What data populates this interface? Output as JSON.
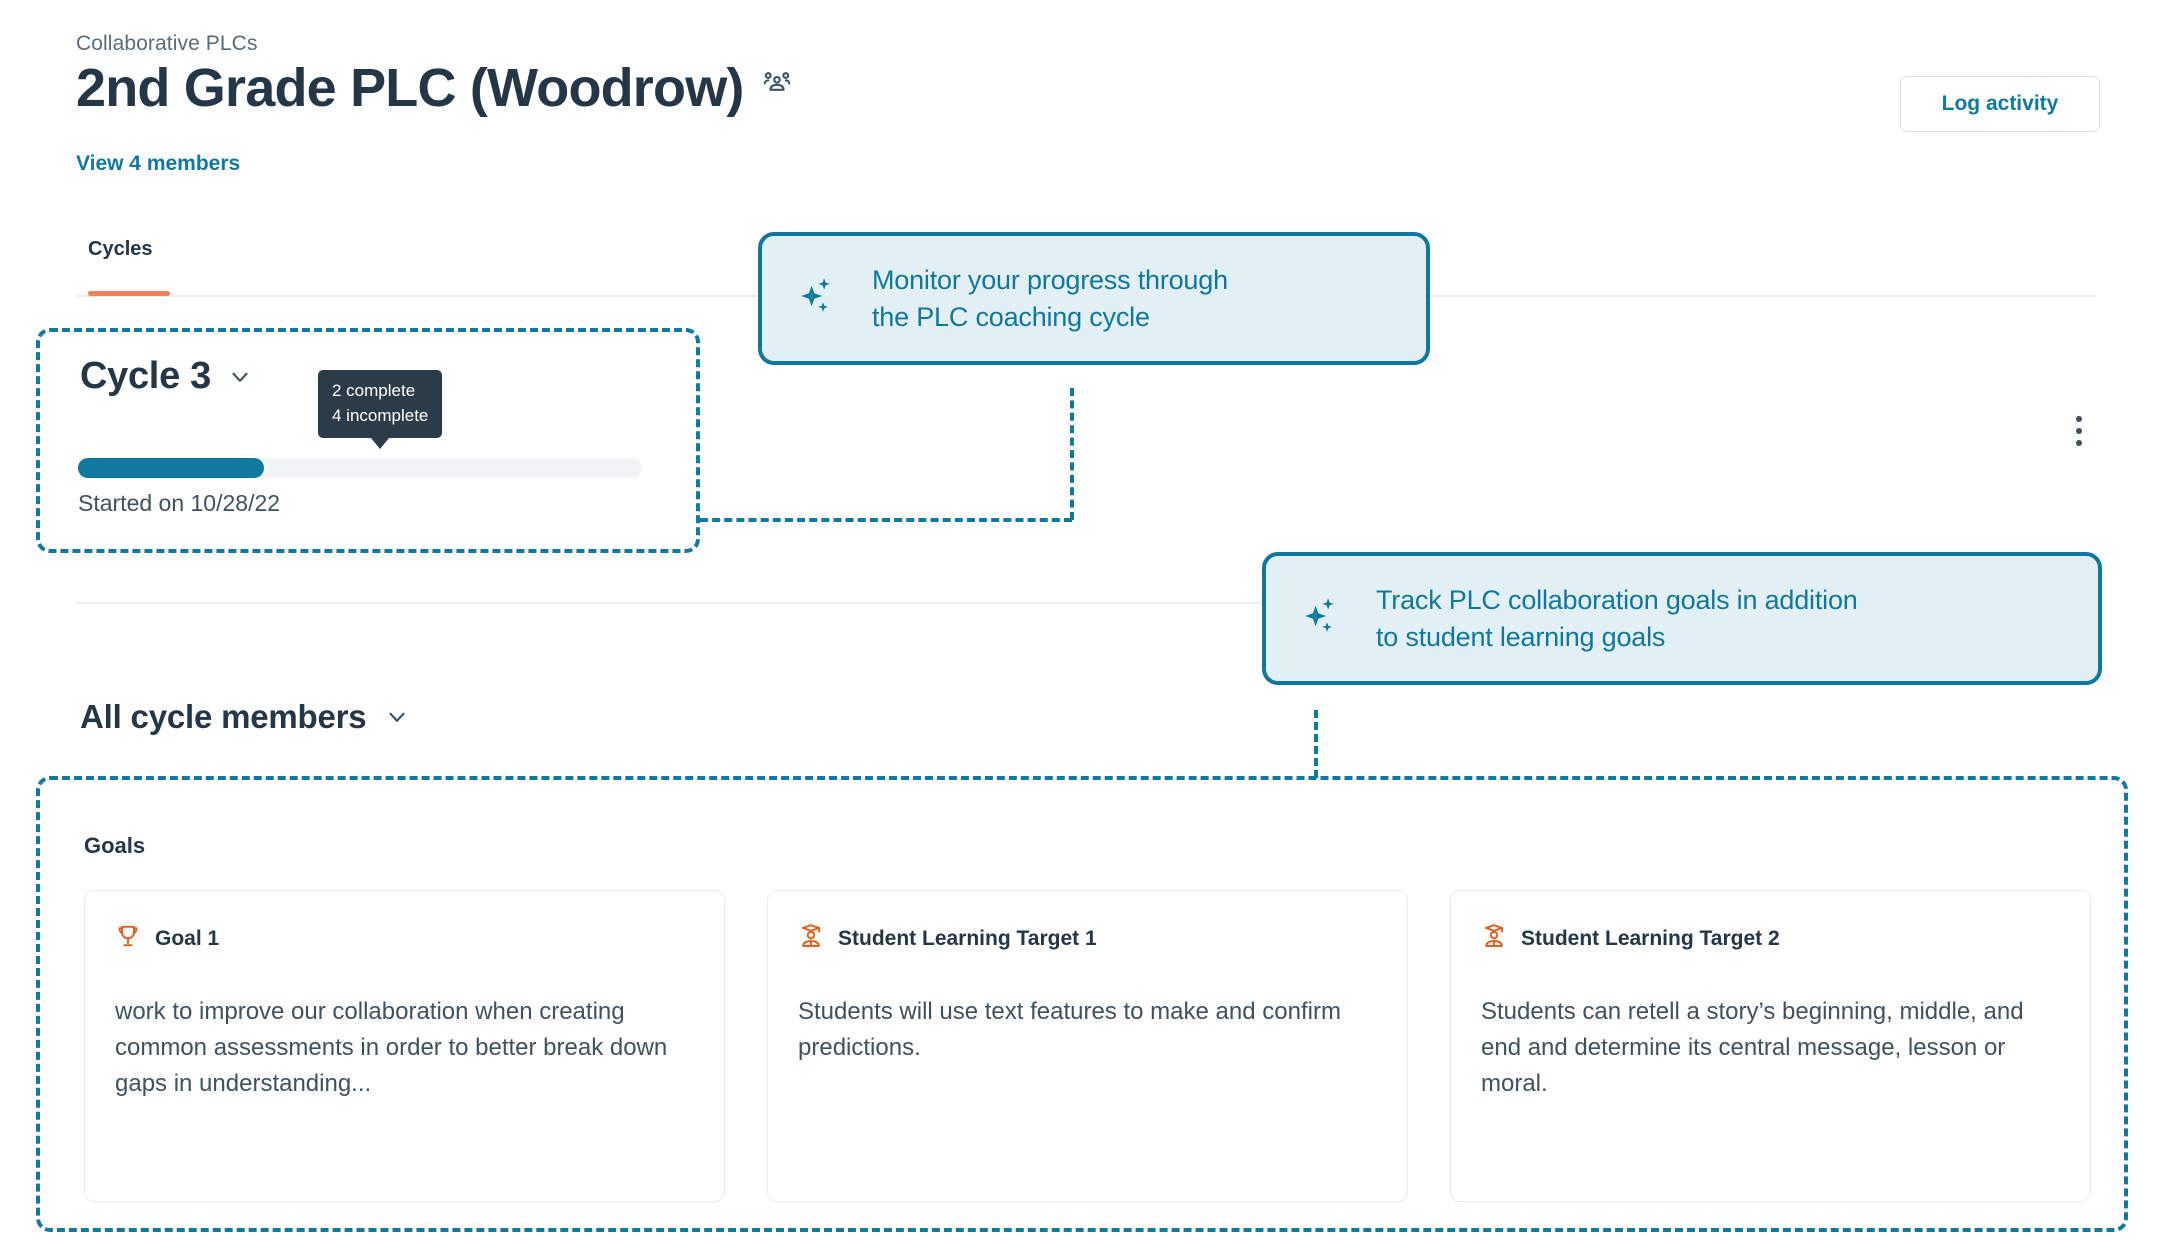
{
  "header": {
    "breadcrumb": "Collaborative PLCs",
    "title": "2nd Grade PLC (Woodrow)",
    "title_icon": "group-people-icon",
    "members_link": "View 4 members",
    "log_activity_label": "Log activity"
  },
  "tabs": [
    {
      "label": "Cycles",
      "active": true
    }
  ],
  "cycle": {
    "name": "Cycle 3",
    "chevron_icon": "chevron-down-icon",
    "tooltip_line1": "2 complete",
    "tooltip_line2": "4 incomplete",
    "progress_percent": 33,
    "started_text": "Started on 10/28/22",
    "menu_icon": "kebab-menu-icon"
  },
  "cycle_members": {
    "label": "All cycle members",
    "chevron_icon": "chevron-down-icon"
  },
  "goals_section": {
    "label": "Goals",
    "cards": [
      {
        "icon": "trophy-icon",
        "title": "Goal 1",
        "body": "work to improve our collaboration when creating common assessments in order to better break down gaps in understanding..."
      },
      {
        "icon": "student-graduate-icon",
        "title": "Student Learning Target 1",
        "body": "Students will use text features to make and confirm predictions."
      },
      {
        "icon": "student-graduate-icon",
        "title": "Student Learning Target 2",
        "body": "Students can retell a story’s beginning, middle, and end and determine its central message, lesson or moral."
      }
    ]
  },
  "callouts": [
    {
      "icon": "sparkle-icon",
      "line1": "Monitor your progress through",
      "line2": "the PLC coaching cycle"
    },
    {
      "icon": "sparkle-icon",
      "line1": "Track PLC collaboration goals in addition",
      "line2": "to student learning goals"
    }
  ],
  "colors": {
    "accent_teal": "#1179A0",
    "accent_orange": "#F4805B",
    "text_dark": "#253746",
    "text_muted": "#40525F",
    "callout_bg": "#E2F0F5",
    "tooltip_bg": "#2B3B47"
  }
}
